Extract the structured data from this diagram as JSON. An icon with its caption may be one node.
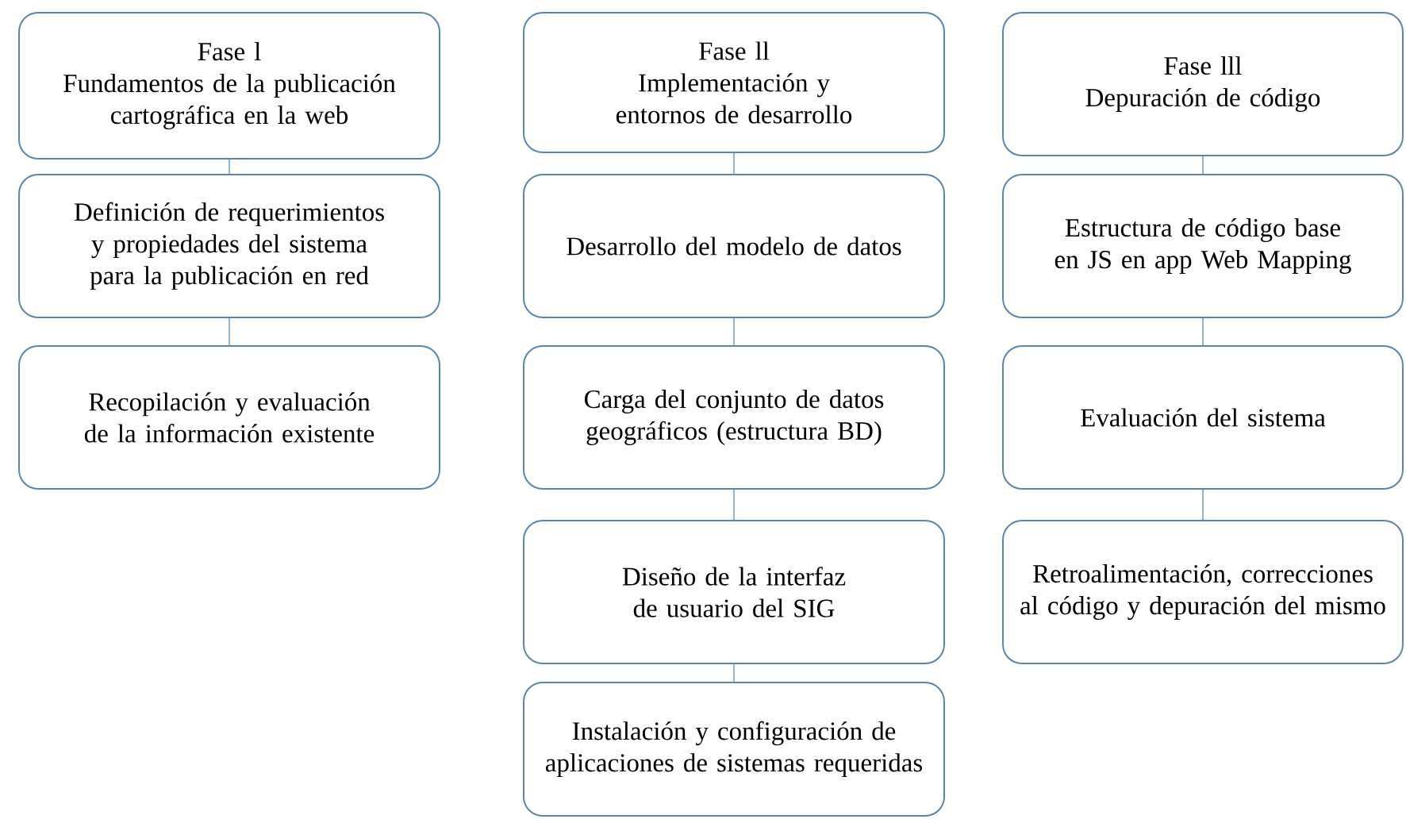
{
  "diagram": {
    "nodes": [
      {
        "text": [
          "Fase l",
          "Fundamentos de la publicación cartográfica en la web"
        ]
      },
      {
        "text": [
          "Definición de requerimientos y propiedades del sistema para la publicación en red"
        ]
      },
      {
        "text": [
          "Recopilación y evaluación de la información existente"
        ]
      },
      {
        "text": [
          "Fase ll",
          "Implementación y entornos de desarrollo"
        ]
      },
      {
        "text": [
          "Desarrollo del modelo de datos"
        ]
      },
      {
        "text": [
          "Carga del conjunto de  datos geográficos (estructura BD)"
        ]
      },
      {
        "text": [
          "Diseño de  la interfaz  de usuario del SIG"
        ]
      },
      {
        "text": [
          "Instalación y configuración de aplicaciones de sistemas requeridas"
        ]
      },
      {
        "text": [
          "Fase lll",
          "Depuración de código"
        ]
      },
      {
        "text": [
          "Estructura de código base en JS en app Web Mapping"
        ]
      },
      {
        "text": [
          "Evaluación del sistema"
        ]
      },
      {
        "text": [
          "Retroalimentación, correcciones al código y depuración del mismo"
        ]
      }
    ],
    "edges": [
      {
        "from": 0,
        "to": 1,
        "arrow": "none"
      },
      {
        "from": 1,
        "to": 2,
        "arrow": "none"
      },
      {
        "from": 3,
        "to": 4,
        "arrow": "none"
      },
      {
        "from": 4,
        "to": 5,
        "arrow": "none"
      },
      {
        "from": 5,
        "to": 6,
        "arrow": "none"
      },
      {
        "from": 6,
        "to": 7,
        "arrow": "none"
      },
      {
        "from": 8,
        "to": 9,
        "arrow": "none"
      },
      {
        "from": 9,
        "to": 10,
        "arrow": "none"
      },
      {
        "from": 10,
        "to": 11,
        "arrow": "none"
      }
    ]
  }
}
